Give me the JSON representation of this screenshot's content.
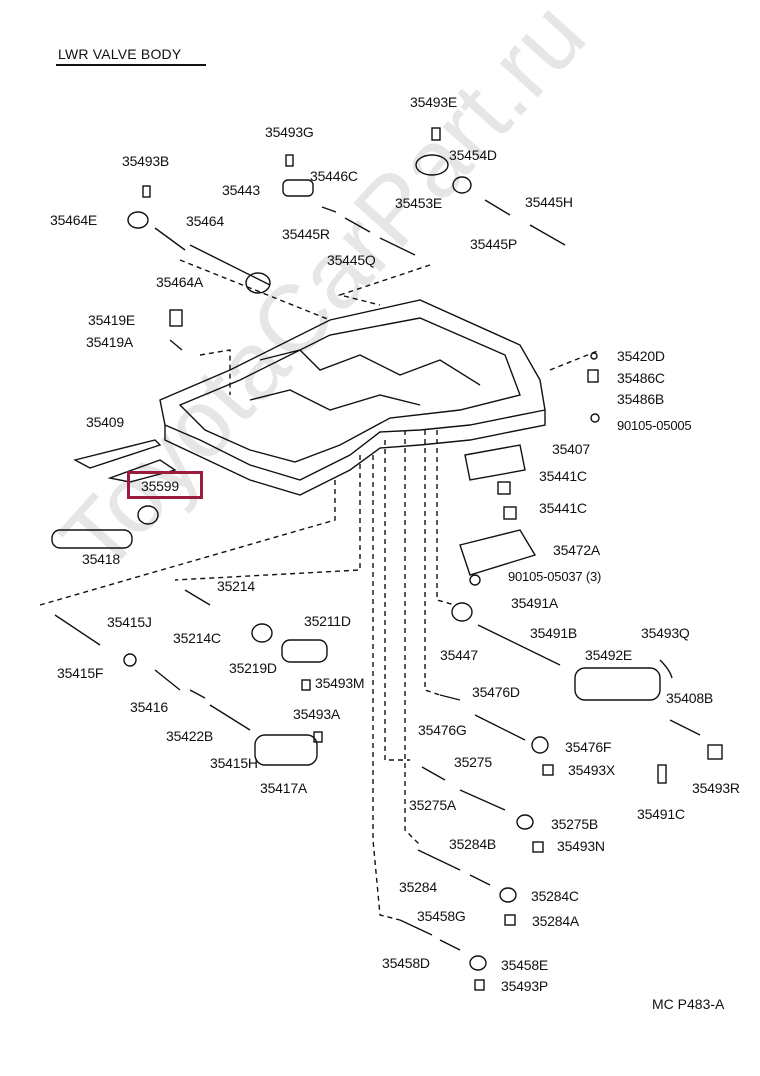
{
  "title": "LWR VALVE  BODY",
  "watermark": "ToyotaCarPart.ru",
  "drawing_code": "MC  P483-A",
  "highlighted_part": "35599",
  "colors": {
    "highlight": "#9b1b3a",
    "ink": "#111111",
    "watermark": "#e6e6e6"
  },
  "labels": {
    "p35493E": "35493E",
    "p35493G": "35493G",
    "p35454D": "35454D",
    "p35493B": "35493B",
    "p35443": "35443",
    "p35446C": "35446C",
    "p35453E": "35453E",
    "p35445H": "35445H",
    "p35464E": "35464E",
    "p35464": "35464",
    "p35445R": "35445R",
    "p35445P": "35445P",
    "p35445Q": "35445Q",
    "p35464A": "35464A",
    "p35419E": "35419E",
    "p35419A": "35419A",
    "p35420D": "35420D",
    "p35486C": "35486C",
    "p35486B": "35486B",
    "p90105_05005": "90105-05005",
    "p35409": "35409",
    "p35407": "35407",
    "p35441C_1": "35441C",
    "p35599": "35599",
    "p35441C_2": "35441C",
    "p35472A": "35472A",
    "p35418": "35418",
    "p90105_05037": "90105-05037 (3)",
    "p35214": "35214",
    "p35491A": "35491A",
    "p35415J": "35415J",
    "p35214C": "35214C",
    "p35211D": "35211D",
    "p35491B": "35491B",
    "p35493Q": "35493Q",
    "p35447": "35447",
    "p35492E": "35492E",
    "p35415F": "35415F",
    "p35219D": "35219D",
    "p35493M": "35493M",
    "p35408B": "35408B",
    "p35416": "35416",
    "p35476D": "35476D",
    "p35493A": "35493A",
    "p35422B": "35422B",
    "p35476G": "35476G",
    "p35476F": "35476F",
    "p35415H": "35415H",
    "p35275": "35275",
    "p35493X": "35493X",
    "p35493R": "35493R",
    "p35417A": "35417A",
    "p35275A": "35275A",
    "p35275B": "35275B",
    "p35491C": "35491C",
    "p35284B": "35284B",
    "p35493N": "35493N",
    "p35284": "35284",
    "p35284C": "35284C",
    "p35458G": "35458G",
    "p35284A": "35284A",
    "p35458D": "35458D",
    "p35458E": "35458E",
    "p35493P": "35493P"
  }
}
